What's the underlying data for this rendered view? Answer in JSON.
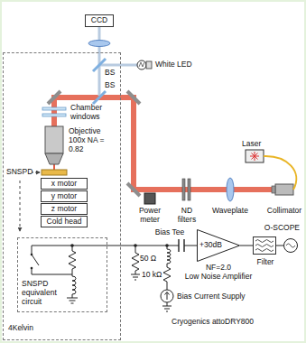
{
  "diagram": {
    "nodes": [
      {
        "text": [
          "4Kelvin"
        ]
      },
      {
        "text": [
          "SNSPD equivalent circuit"
        ],
        "in": 0
      },
      {
        "text": [
          "x motor"
        ],
        "in": 0
      },
      {
        "text": [
          "y motor"
        ],
        "in": 0
      },
      {
        "text": [
          "z motor"
        ],
        "in": 0
      },
      {
        "text": [
          "Cold head"
        ],
        "in": 0
      },
      {
        "text": [
          "CCD"
        ]
      },
      {
        "text": [
          "+30dB",
          "NF=2.0",
          "Low Noise Amplifier"
        ]
      },
      {
        "text": [
          "Filter"
        ]
      },
      {
        "text": [
          "O-SCOPE"
        ]
      }
    ],
    "edges": [
      {
        "from": 7,
        "to": 8,
        "arrow": "none"
      },
      {
        "from": 8,
        "to": 9,
        "arrow": "none"
      }
    ],
    "labels": [
      "BS",
      "BS",
      "White LED",
      "Laser",
      "Chamber windows",
      "Objective 100x NA = 0.82",
      "SNSPD",
      "Power meter",
      "ND filters",
      "Waveplate",
      "Collimator",
      "Bias Tee",
      "50 Ω",
      "10 kΩ",
      "Bias Current Supply",
      "Cryogenics attoDRY800"
    ]
  }
}
